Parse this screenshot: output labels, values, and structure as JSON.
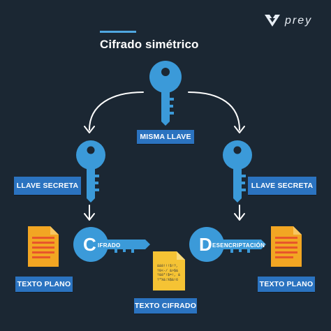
{
  "brand": {
    "name": "prey"
  },
  "title": "Cifrado simétrico",
  "labels": {
    "same_key": "MISMA LLAVE",
    "secret_key_left": "LLAVE SECRETA",
    "secret_key_right": "LLAVE SECRETA",
    "plain_left": "TEXTO PLANO",
    "plain_right": "TEXTO PLANO",
    "cipher_text": "TEXTO CIFRADO"
  },
  "encrypt_key": {
    "initial": "C",
    "rest": "IFRADO"
  },
  "decrypt_key": {
    "initial": "D",
    "rest": "ESENCRIPTACIÓN"
  },
  "cipher_doc_text": "&&8!!!$!?,\n?8<-/ &>$&\n?&8*!$=!, &\n?*%&:%$&!6",
  "colors": {
    "background": "#1b2733",
    "key_blue": "#3b9ad9",
    "label_blue": "#2b73c0",
    "doc_orange": "#f2a623",
    "doc_yellow": "#f5c334"
  }
}
